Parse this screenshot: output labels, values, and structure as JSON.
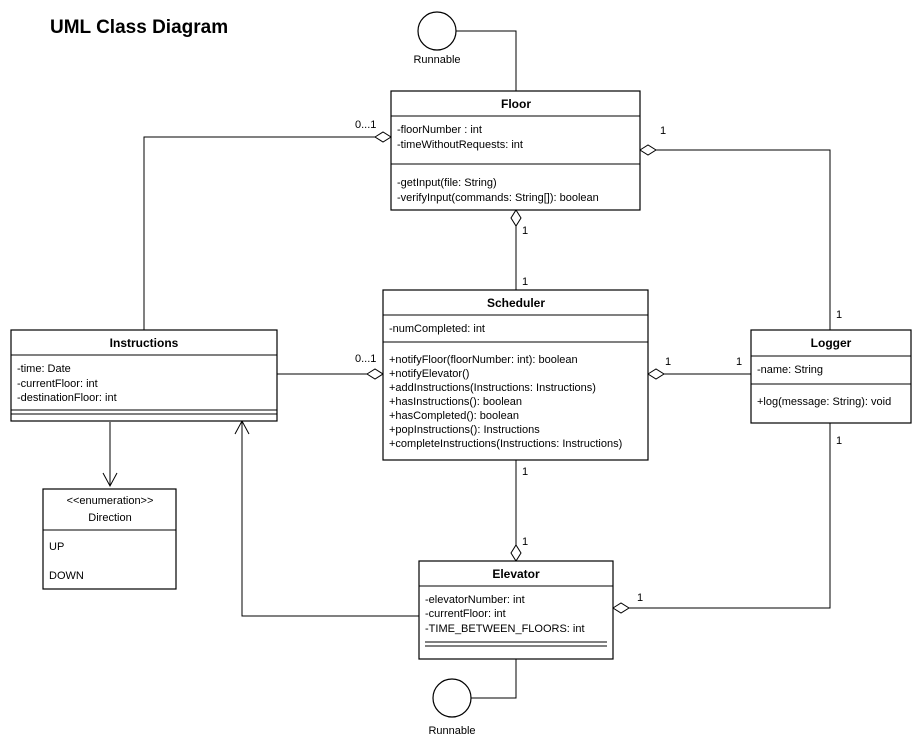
{
  "title": "UML Class Diagram",
  "classes": {
    "floor": {
      "name": "Floor",
      "attributes": [
        "-floorNumber : int",
        "-timeWithoutRequests: int"
      ],
      "methods": [
        "-getInput(file: String)",
        "-verifyInput(commands: String[]): boolean"
      ]
    },
    "scheduler": {
      "name": "Scheduler",
      "attributes": [
        "-numCompleted: int"
      ],
      "methods": [
        "+notifyFloor(floorNumber: int): boolean",
        "+notifyElevator()",
        "+addInstructions(Instructions: Instructions)",
        "+hasInstructions(): boolean",
        "+hasCompleted(): boolean",
        "+popInstructions(): Instructions",
        "+completeInstructions(Instructions: Instructions)"
      ]
    },
    "instructions": {
      "name": "Instructions",
      "attributes": [
        "-time: Date",
        "-currentFloor: int",
        "-destinationFloor: int"
      ]
    },
    "logger": {
      "name": "Logger",
      "attributes": [
        "-name: String"
      ],
      "methods": [
        "+log(message: String): void"
      ]
    },
    "elevator": {
      "name": "Elevator",
      "attributes": [
        "-elevatorNumber: int",
        "-currentFloor: int",
        "-TIME_BETWEEN_FLOORS: int"
      ]
    },
    "direction": {
      "stereotype": "<<enumeration>>",
      "name": "Direction",
      "values": [
        "UP",
        "DOWN"
      ]
    }
  },
  "interfaces": {
    "runnable_top": "Runnable",
    "runnable_bottom": "Runnable"
  },
  "multiplicities": {
    "floor_instructions": "0...1",
    "floor_logger_at_floor": "1",
    "floor_logger_at_logger": "1",
    "floor_scheduler_at_floor": "1",
    "floor_scheduler_at_scheduler": "1",
    "scheduler_instructions": "0...1",
    "scheduler_logger_at_scheduler": "1",
    "scheduler_logger_at_logger": "1",
    "scheduler_elevator_at_scheduler": "1",
    "scheduler_elevator_at_elevator": "1",
    "logger_elevator_at_logger": "1",
    "logger_elevator_at_elevator": "1"
  }
}
